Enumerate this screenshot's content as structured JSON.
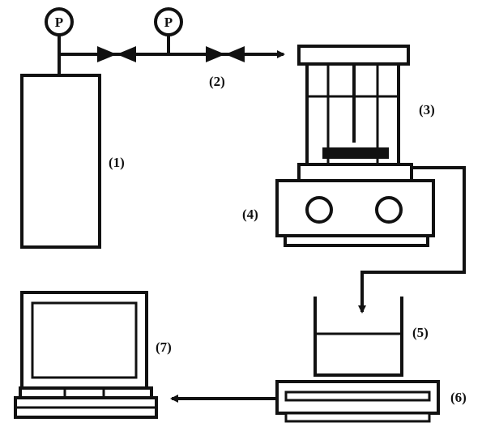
{
  "diagram": {
    "labels": {
      "cylinder": "(1)",
      "valves": "(2)",
      "reactor": "(3)",
      "stirrer": "(4)",
      "beaker": "(5)",
      "balance": "(6)",
      "computer": "(7)"
    },
    "gauge_letter": "P"
  },
  "colors": {
    "stroke": "#111111",
    "fill": "#ffffff"
  }
}
